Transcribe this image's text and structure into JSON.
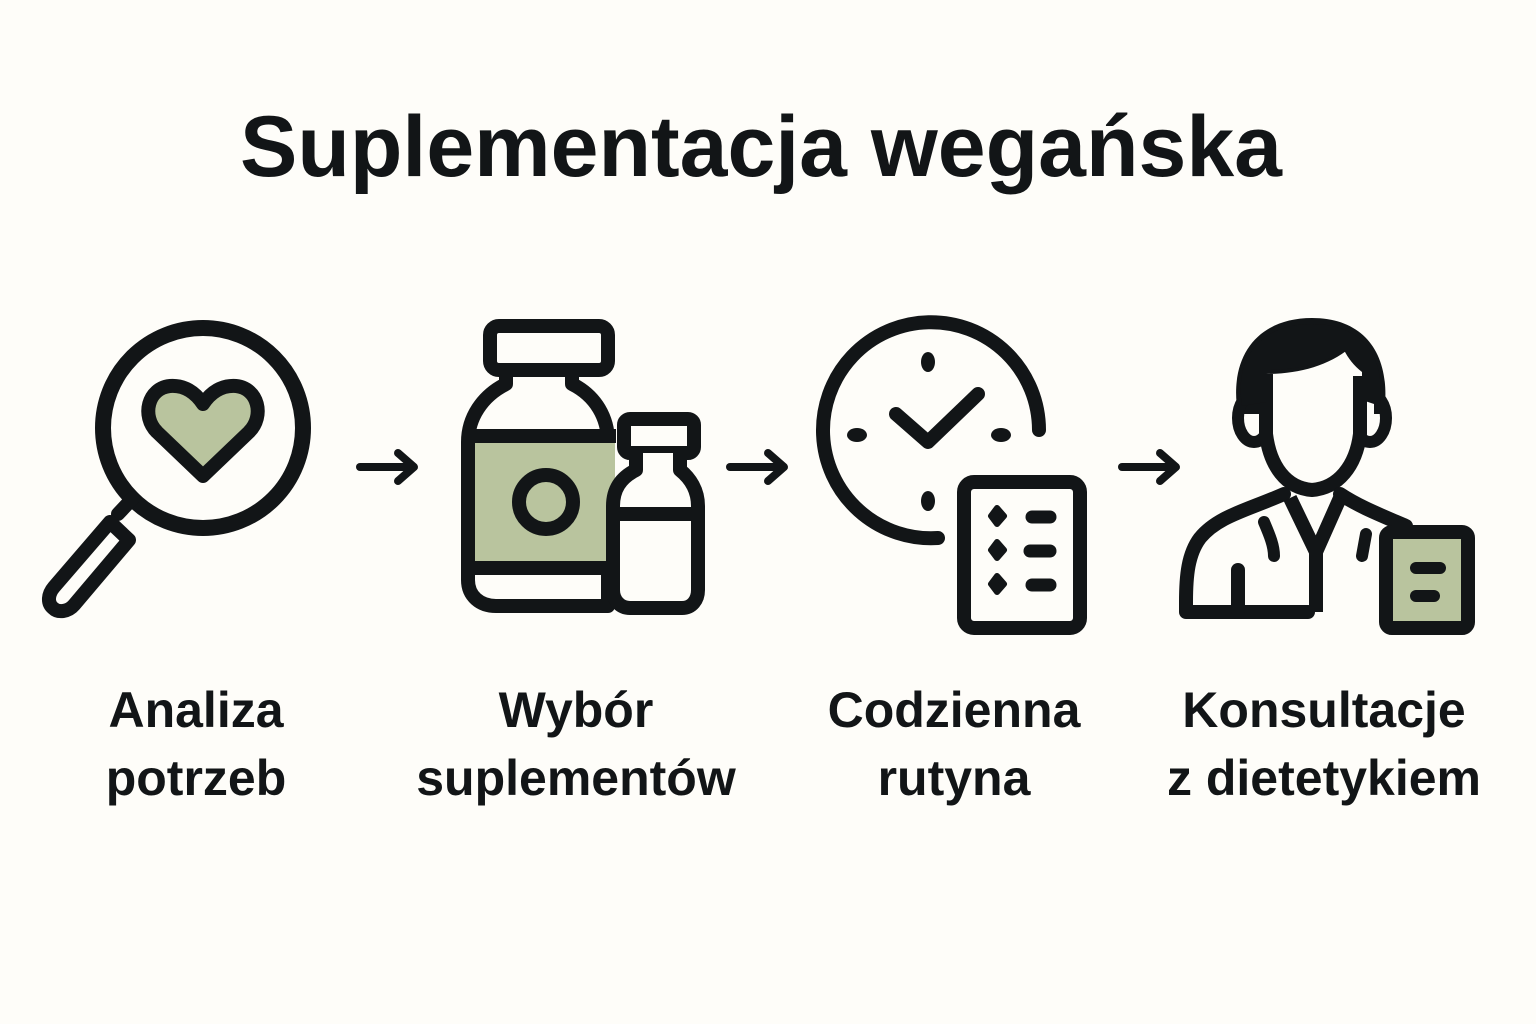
{
  "title": "Suplementacja wegańska",
  "colors": {
    "background": "#fefdf9",
    "ink": "#121517",
    "accent_green": "#b9c49e"
  },
  "steps": [
    {
      "icon": "magnifier-heart-icon",
      "label_line1": "Analiza",
      "label_line2": "potrzeb"
    },
    {
      "icon": "supplement-bottles-icon",
      "label_line1": "Wybór",
      "label_line2": "suplementów"
    },
    {
      "icon": "clock-checklist-icon",
      "label_line1": "Codzienna",
      "label_line2": "rutyna"
    },
    {
      "icon": "dietitian-icon",
      "label_line1": "Konsultacje",
      "label_line2": "z dietetykiem"
    }
  ],
  "connectors": [
    {
      "icon": "arrow-right-icon"
    },
    {
      "icon": "arrow-right-icon"
    },
    {
      "icon": "arrow-right-icon"
    }
  ]
}
